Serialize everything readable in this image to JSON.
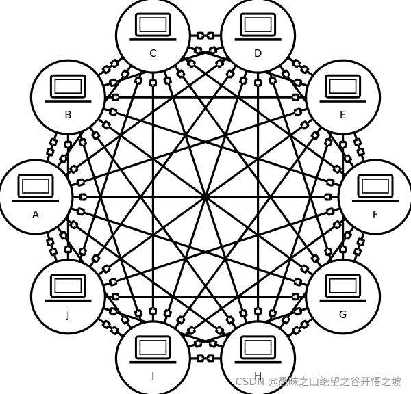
{
  "diagram": {
    "type": "full-mesh network topology",
    "node_count": 10,
    "nodes": [
      {
        "id": "A",
        "label": "A",
        "icon": "laptop-icon"
      },
      {
        "id": "B",
        "label": "B",
        "icon": "laptop-icon"
      },
      {
        "id": "C",
        "label": "C",
        "icon": "laptop-icon"
      },
      {
        "id": "D",
        "label": "D",
        "icon": "laptop-icon"
      },
      {
        "id": "E",
        "label": "E",
        "icon": "laptop-icon"
      },
      {
        "id": "F",
        "label": "F",
        "icon": "laptop-icon"
      },
      {
        "id": "G",
        "label": "G",
        "icon": "laptop-icon"
      },
      {
        "id": "H",
        "label": "H",
        "icon": "laptop-icon"
      },
      {
        "id": "I",
        "label": "I",
        "icon": "laptop-icon"
      },
      {
        "id": "J",
        "label": "J",
        "icon": "laptop-icon"
      }
    ],
    "connection_style": "every node linked to every other node",
    "connector_icon": "network-port-icon",
    "colors": {
      "stroke": "#000000",
      "background": "#ffffff",
      "watermark": "#9a9a9a"
    }
  },
  "watermark": {
    "text": "CSDN @愚昧之山绝望之谷开悟之坡"
  }
}
